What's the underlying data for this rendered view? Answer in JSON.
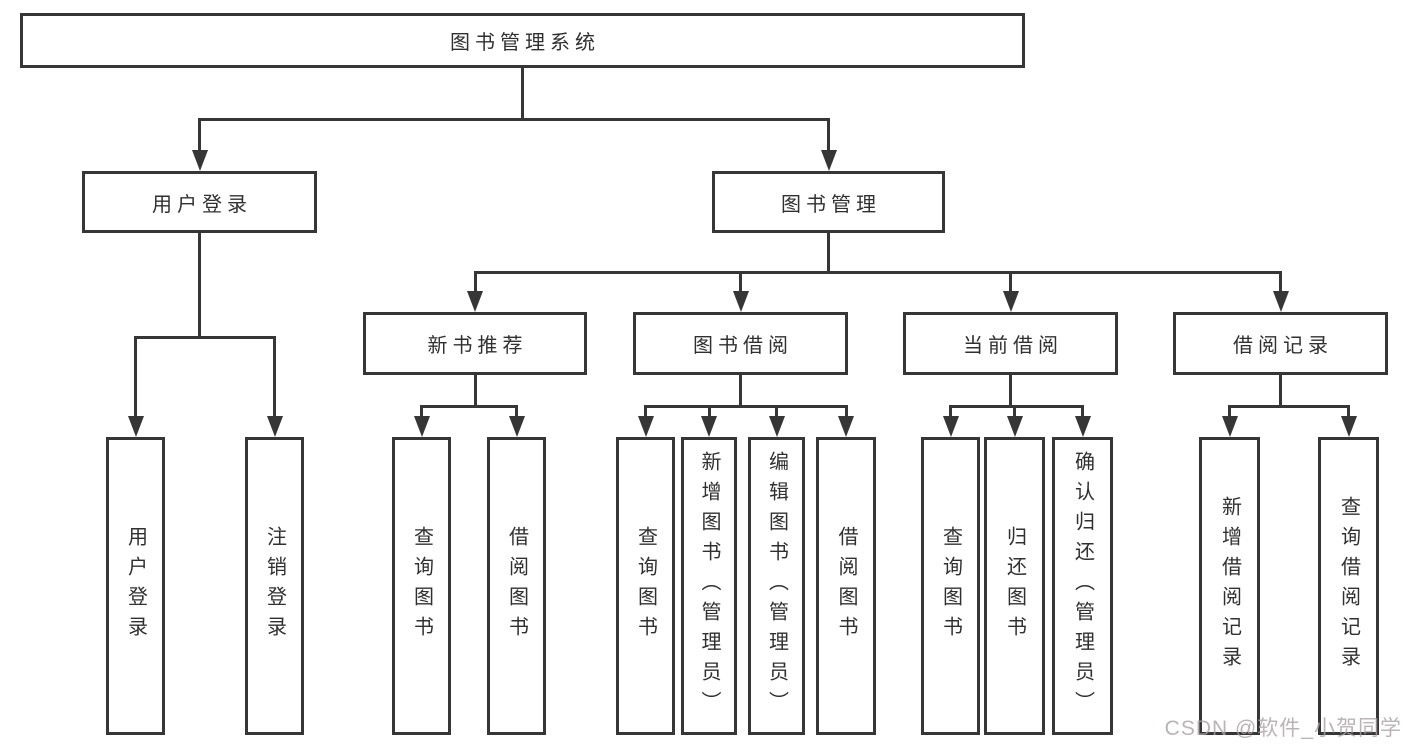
{
  "diagram": {
    "type": "tree",
    "title": "图书管理系统",
    "watermark": "CSDN @软件_小贺同学",
    "colors": {
      "line": "#363636",
      "box_border": "#363636",
      "box_fill": "#ffffff",
      "text": "#303030",
      "watermark": "#a9a2a2",
      "background": "#ffffff"
    },
    "nodes": [
      {
        "id": "root",
        "label": "图书管理系统",
        "level": 0,
        "parent": null
      },
      {
        "id": "login",
        "label": "用户登录",
        "level": 1,
        "parent": "root"
      },
      {
        "id": "mgmt",
        "label": "图书管理",
        "level": 1,
        "parent": "root"
      },
      {
        "id": "newbook",
        "label": "新书推荐",
        "level": 2,
        "parent": "mgmt"
      },
      {
        "id": "borrow",
        "label": "图书借阅",
        "level": 2,
        "parent": "mgmt"
      },
      {
        "id": "current",
        "label": "当前借阅",
        "level": 2,
        "parent": "mgmt"
      },
      {
        "id": "record",
        "label": "借阅记录",
        "level": 2,
        "parent": "mgmt"
      },
      {
        "id": "login-user",
        "label": "用户登录",
        "level": 3,
        "parent": "login"
      },
      {
        "id": "login-out",
        "label": "注销登录",
        "level": 3,
        "parent": "login"
      },
      {
        "id": "newbook-query",
        "label": "查询图书",
        "level": 3,
        "parent": "newbook"
      },
      {
        "id": "newbook-borrow",
        "label": "借阅图书",
        "level": 3,
        "parent": "newbook"
      },
      {
        "id": "borrow-query",
        "label": "查询图书",
        "level": 3,
        "parent": "borrow"
      },
      {
        "id": "borrow-add",
        "label": "新增图书（管理员）",
        "level": 3,
        "parent": "borrow"
      },
      {
        "id": "borrow-edit",
        "label": "编辑图书（管理员）",
        "level": 3,
        "parent": "borrow"
      },
      {
        "id": "borrow-borrow",
        "label": "借阅图书",
        "level": 3,
        "parent": "borrow"
      },
      {
        "id": "current-query",
        "label": "查询图书",
        "level": 3,
        "parent": "current"
      },
      {
        "id": "current-return",
        "label": "归还图书",
        "level": 3,
        "parent": "current"
      },
      {
        "id": "current-confirm",
        "label": "确认归还（管理员）",
        "level": 3,
        "parent": "current"
      },
      {
        "id": "record-add",
        "label": "新增借阅记录",
        "level": 3,
        "parent": "record"
      },
      {
        "id": "record-query",
        "label": "查询借阅记录",
        "level": 3,
        "parent": "record"
      }
    ]
  }
}
